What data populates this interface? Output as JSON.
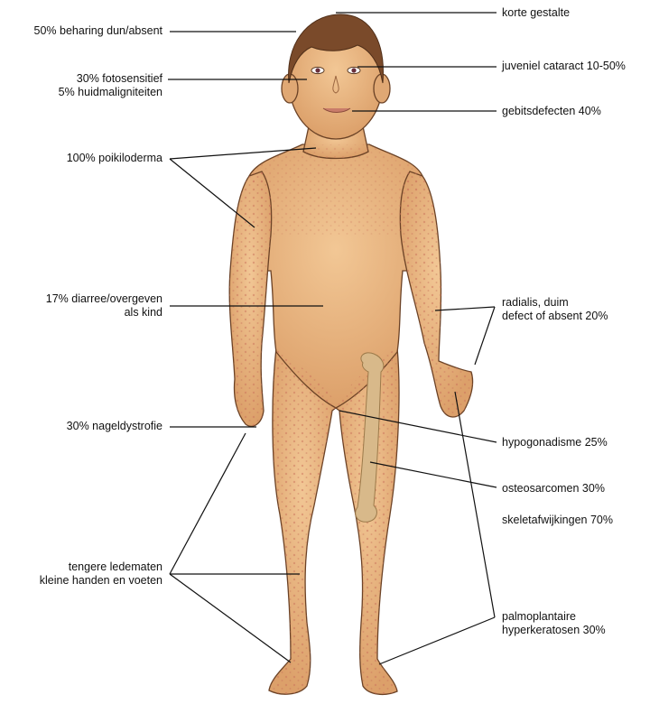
{
  "labels": {
    "hair": "50% beharing dun/absent",
    "photo_line1": "30%  fotosensitief",
    "photo_line2": "5%  huidmaligniteiten",
    "poikiloderma": "100%  poikiloderma",
    "diarrhea_line1": "17%  diarree/overgeven",
    "diarrhea_line2": "als kind",
    "nail": "30%  nageldystrofie",
    "limbs_line1": "tengere ledematen",
    "limbs_line2": "kleine handen en voeten",
    "stature": "korte gestalte",
    "cataract": "juveniel cataract  10-50%",
    "teeth": "gebitsdefecten  40%",
    "radial_line1": "radialis, duim",
    "radial_line2": "defect of absent  20%",
    "hypogonadism": "hypogonadisme  25%",
    "osteosarcoma": "osteosarcomen  30%",
    "skeletal": "skeletafwijkingen  70%",
    "palmo_line1": "palmoplantaire",
    "palmo_line2": "hyperkeratosen  30%"
  },
  "colors": {
    "skin": "#e8b67f",
    "skin_shade": "#d49a63",
    "hair": "#7a4a2a",
    "rash": "#c9735a",
    "bone": "#d8b98a",
    "line": "#111111"
  }
}
